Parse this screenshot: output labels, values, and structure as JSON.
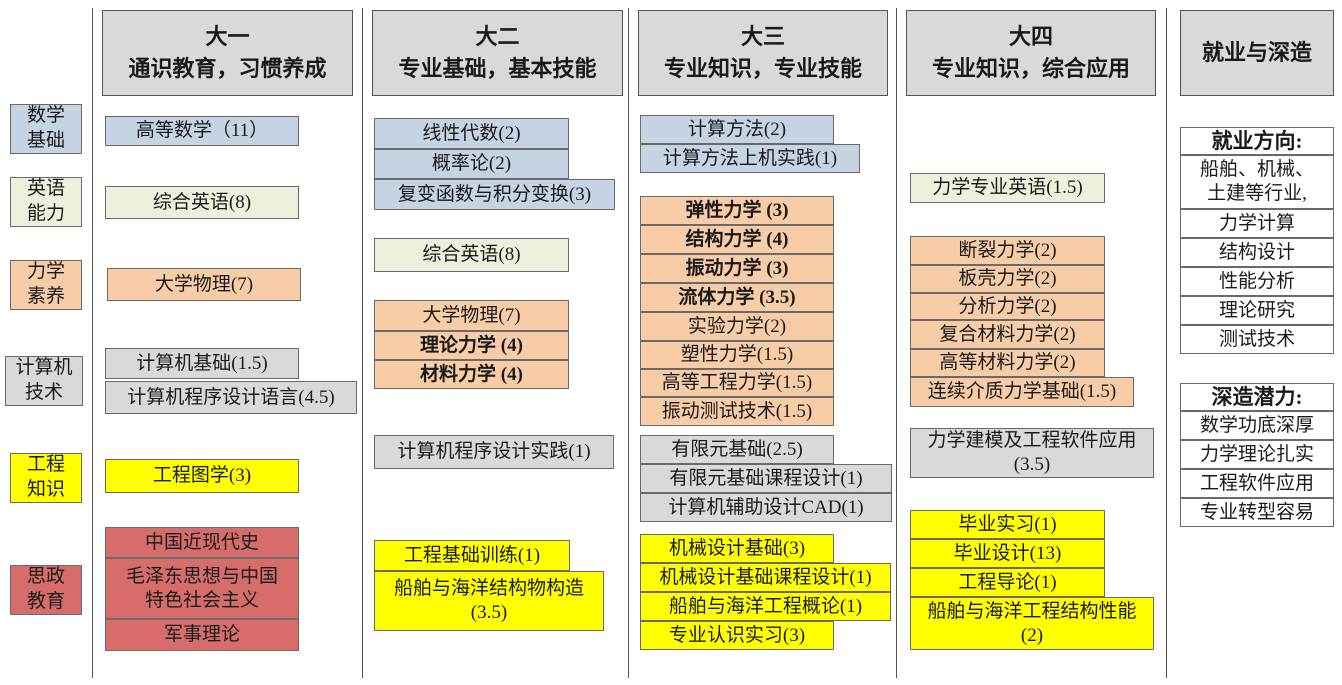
{
  "years": [
    {
      "title": "大一",
      "subtitle": "通识教育，习惯养成"
    },
    {
      "title": "大二",
      "subtitle": "专业基础，基本技能"
    },
    {
      "title": "大三",
      "subtitle": "专业知识，专业技能"
    },
    {
      "title": "大四",
      "subtitle": "专业知识，综合应用"
    },
    {
      "title": "就业与深造",
      "subtitle": ""
    }
  ],
  "categories": [
    {
      "label": "数学\n基础",
      "color": "#c6d3e3"
    },
    {
      "label": "英语\n能力",
      "color": "#ebf1dd"
    },
    {
      "label": "力学\n素养",
      "color": "#f9cca8"
    },
    {
      "label": "计算机\n技术",
      "color": "#d9d9d9"
    },
    {
      "label": "工程\n知识",
      "color": "#ffff00"
    },
    {
      "label": "思政\n教育",
      "color": "#d66d6a"
    }
  ],
  "courses": {
    "y1": [
      "高等数学（11）",
      "综合英语(8)",
      "大学物理(7)",
      "计算机基础(1.5)",
      "计算机程序设计语言(4.5)",
      "工程图学(3)",
      "中国近现代史",
      "毛泽东思想与中国\n特色社会主义",
      "军事理论"
    ],
    "y2": [
      "线性代数(2)",
      "概率论(2)",
      "复变函数与积分变换(3)",
      "综合英语(8)",
      "大学物理(7)",
      "理论力学 (4)",
      "材料力学 (4)",
      "计算机程序设计实践(1)",
      "工程基础训练(1)",
      "船舶与海洋结构物构造\n(3.5)"
    ],
    "y3": [
      "计算方法(2)",
      "计算方法上机实践(1)",
      "弹性力学 (3)",
      "结构力学 (4)",
      "振动力学 (3)",
      "流体力学 (3.5)",
      "实验力学(2)",
      "塑性力学(1.5)",
      "高等工程力学(1.5)",
      "振动测试技术(1.5)",
      "有限元基础(2.5)",
      "有限元基础课程设计(1)",
      "计算机辅助设计CAD(1)",
      "机械设计基础(3)",
      "机械设计基础课程设计(1)",
      "船舶与海洋工程概论(1)",
      "专业认识实习(3)"
    ],
    "y4": [
      "力学专业英语(1.5)",
      "断裂力学(2)",
      "板壳力学(2)",
      "分析力学(2)",
      "复合材料力学(2)",
      "高等材料力学(2)",
      "连续介质力学基础(1.5)",
      "力学建模及工程软件应用\n(3.5)",
      "毕业实习(1)",
      "毕业设计(13)",
      "工程导论(1)",
      "船舶与海洋工程结构性能\n(2)"
    ]
  },
  "employment": {
    "title": "就业方向:",
    "items": [
      "船舶、机械、\n土建等行业,",
      "力学计算",
      "结构设计",
      "性能分析",
      "理论研究",
      "测试技术"
    ]
  },
  "further_study": {
    "title": "深造潜力:",
    "items": [
      "数学功底深厚",
      "力学理论扎实",
      "工程软件应用",
      "专业转型容易"
    ]
  }
}
